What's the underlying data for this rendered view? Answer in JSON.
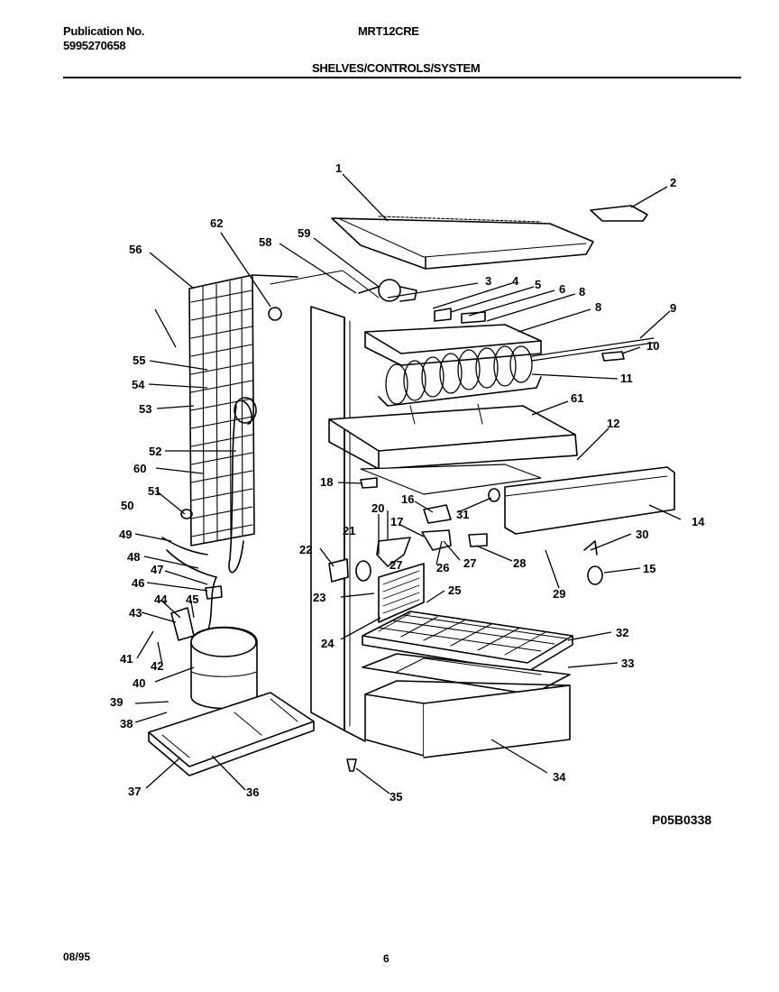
{
  "header": {
    "publication_label": "Publication No.",
    "publication_number": "5995270658",
    "model": "MRT12CRE",
    "section_title": "SHELVES/CONTROLS/SYSTEM"
  },
  "diagram": {
    "code": "P05B0338",
    "part_labels": [
      "1",
      "2",
      "3",
      "4",
      "5",
      "6",
      "8",
      "8",
      "9",
      "10",
      "11",
      "12",
      "14",
      "15",
      "16",
      "17",
      "18",
      "20",
      "21",
      "22",
      "23",
      "24",
      "25",
      "26",
      "27",
      "27",
      "28",
      "29",
      "30",
      "31",
      "32",
      "33",
      "34",
      "35",
      "36",
      "37",
      "38",
      "39",
      "40",
      "41",
      "42",
      "43",
      "44",
      "45",
      "46",
      "47",
      "48",
      "49",
      "50",
      "51",
      "52",
      "53",
      "54",
      "55",
      "56",
      "58",
      "59",
      "60",
      "61",
      "62"
    ]
  },
  "footer": {
    "date": "08/95",
    "page": "6"
  }
}
